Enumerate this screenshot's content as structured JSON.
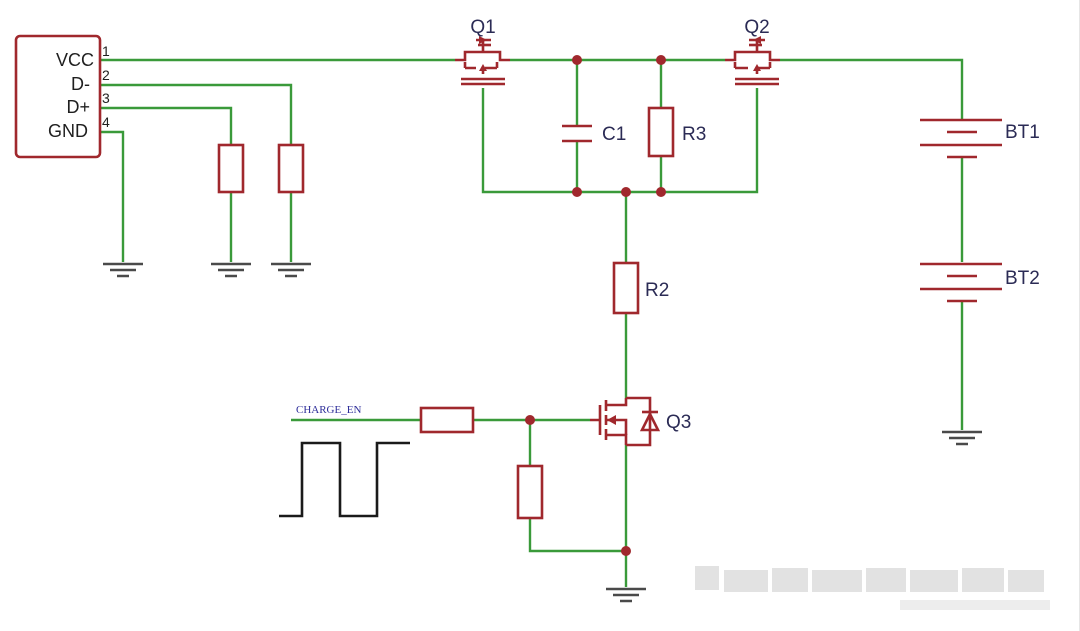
{
  "connector": {
    "pins": [
      {
        "num": "1",
        "name": "VCC",
        "color": "#e0323a"
      },
      {
        "num": "2",
        "name": "D-",
        "color": "#1f1f1f"
      },
      {
        "num": "3",
        "name": "D+",
        "color": "#1f1f1f"
      },
      {
        "num": "4",
        "name": "GND",
        "color": "#1f1f1f"
      }
    ]
  },
  "components": {
    "q1": "Q1",
    "q2": "Q2",
    "q3": "Q3",
    "c1": "C1",
    "r2": "R2",
    "r3": "R3",
    "bt1": "BT1",
    "bt2": "BT2"
  },
  "nets": {
    "charge_en": "CHARGE_EN"
  },
  "colors": {
    "wire": "#3a9a3a",
    "component": "#a0282d",
    "label": "#2b2b55",
    "net_label": "#2e2e9a"
  }
}
